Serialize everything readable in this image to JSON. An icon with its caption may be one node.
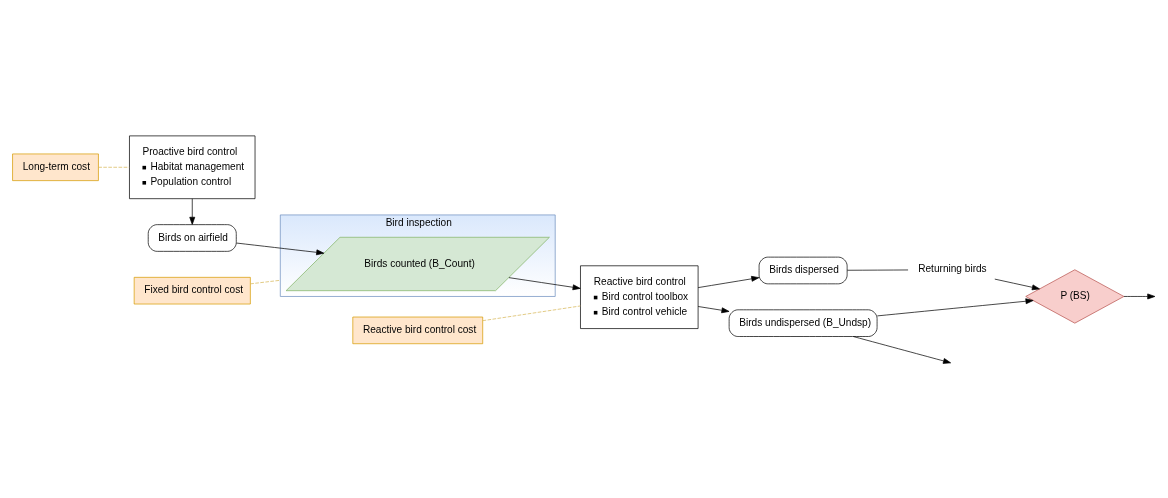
{
  "diagram": {
    "nodes": [
      {
        "text": [
          "Proactive bird control",
          "Habitat management",
          "Population control"
        ]
      },
      {
        "text": [
          "Long-term cost"
        ]
      },
      {
        "text": [
          "Birds on airfield"
        ]
      },
      {
        "text": [
          "Bird inspection"
        ]
      },
      {
        "text": [
          "Birds counted (B_Count)"
        ],
        "in": 3
      },
      {
        "text": [
          "Fixed bird control cost"
        ]
      },
      {
        "text": [
          "Reactive bird control",
          "Bird control toolbox",
          "Bird control vehicle"
        ]
      },
      {
        "text": [
          "Reactive bird control cost"
        ]
      },
      {
        "text": [
          "Birds dispersed"
        ]
      },
      {
        "text": [
          "Returning birds"
        ]
      },
      {
        "text": [
          "P (BS)"
        ]
      },
      {
        "text": [
          "Birds undispersed (B_Undsp)"
        ]
      }
    ],
    "edges": [
      {
        "from": 1,
        "to": 0,
        "arrow": "none",
        "style": "dashed",
        "color": "#d6b656"
      },
      {
        "from": 0,
        "to": 2,
        "arrow": "to"
      },
      {
        "from": 2,
        "to": 4,
        "arrow": "to"
      },
      {
        "from": 4,
        "to": 6,
        "arrow": "to"
      },
      {
        "from": 5,
        "to": 3,
        "arrow": "none",
        "style": "dashed",
        "color": "#d6b656"
      },
      {
        "from": 7,
        "to": 6,
        "arrow": "none",
        "style": "dashed",
        "color": "#d6b656"
      },
      {
        "from": 6,
        "to": 8,
        "arrow": "to"
      },
      {
        "from": 6,
        "to": 11,
        "arrow": "to"
      },
      {
        "from": 8,
        "to": 9,
        "arrow": "none"
      },
      {
        "from": 9,
        "to": 10,
        "arrow": "to"
      },
      {
        "from": 11,
        "to": 10,
        "arrow": "to"
      },
      {
        "from": 10,
        "to": null,
        "arrow": "to"
      },
      {
        "from": 11,
        "to": null,
        "arrow": "to"
      }
    ]
  }
}
